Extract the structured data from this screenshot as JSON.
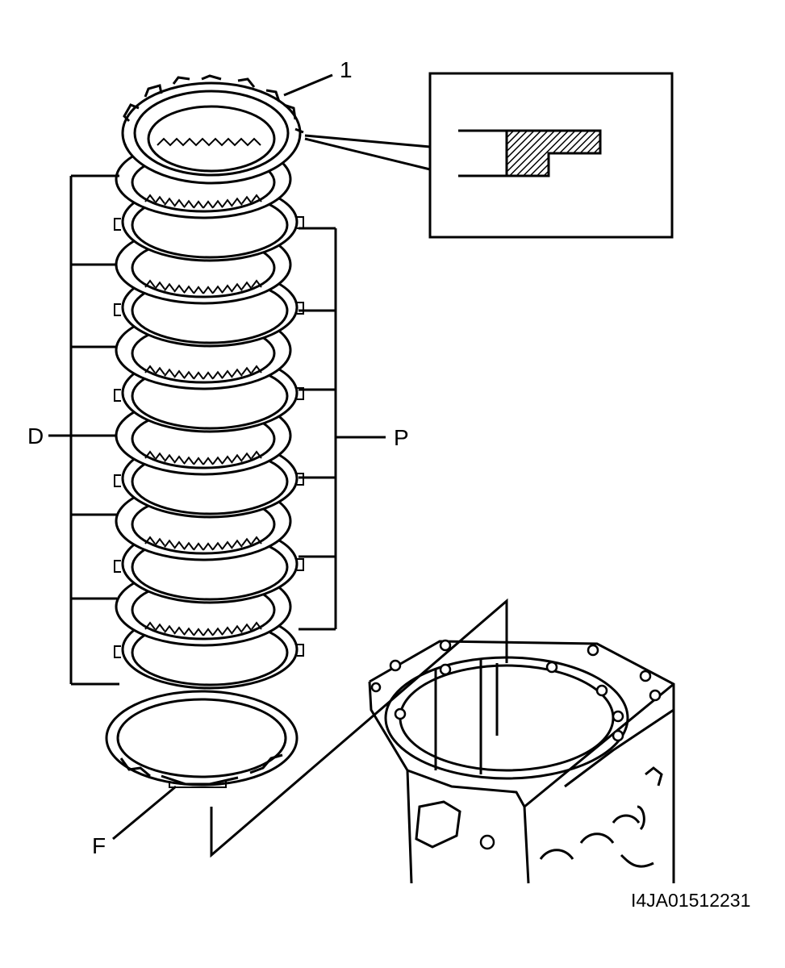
{
  "labels": {
    "part_1": "1",
    "d": "D",
    "p": "P",
    "f": "F",
    "figure_code": "I4JA01512231"
  },
  "colors": {
    "line": "#000000",
    "background": "#ffffff"
  }
}
